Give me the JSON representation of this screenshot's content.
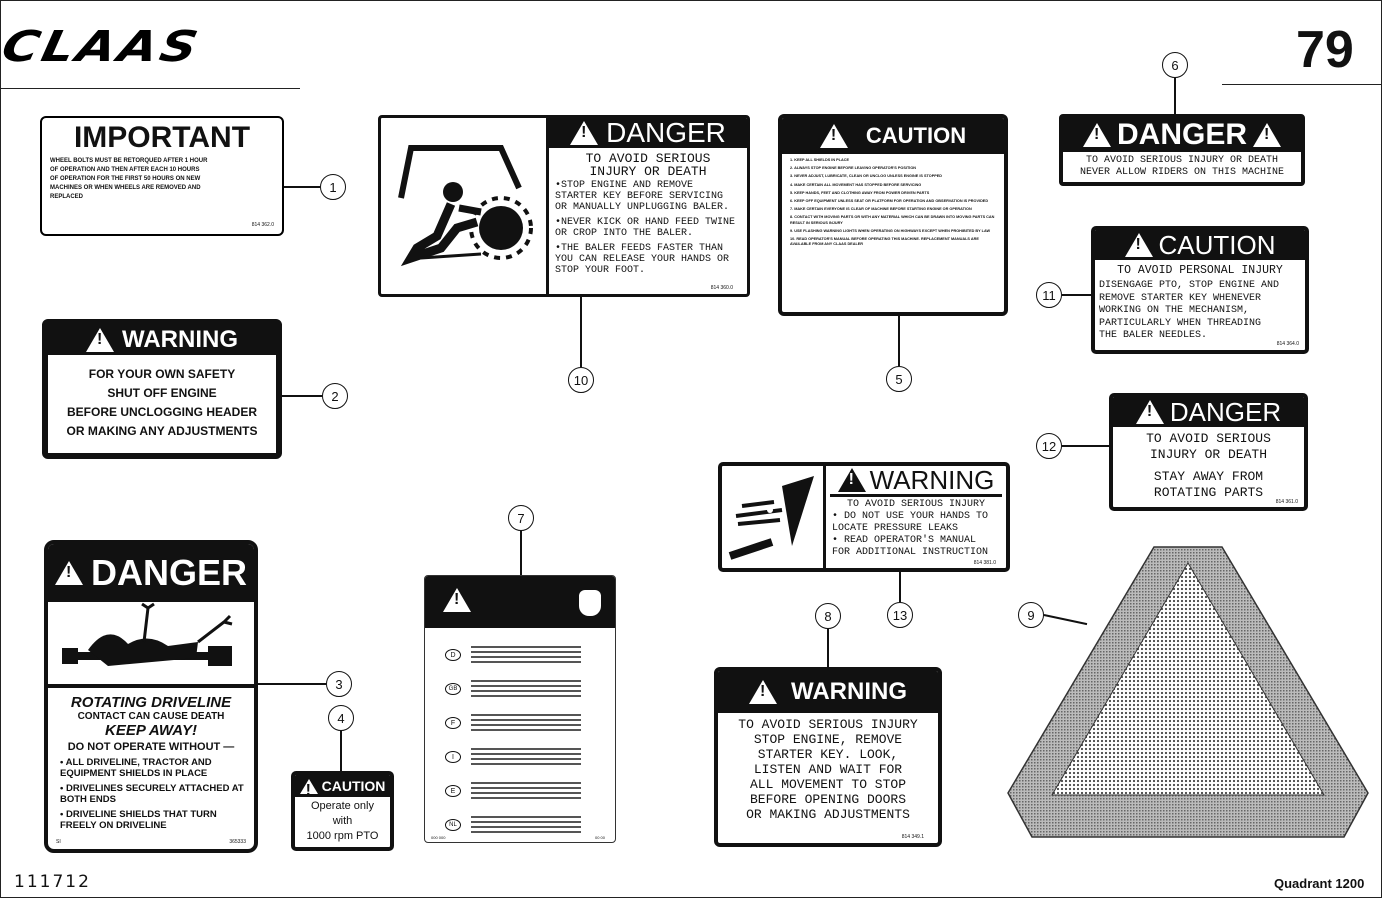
{
  "header": {
    "brand": "CLAAS",
    "page_number": "79"
  },
  "footer": {
    "doc_number": "111712",
    "model": "Quadrant 1200"
  },
  "decals": {
    "d1": {
      "callout": "1",
      "title": "IMPORTANT",
      "lines": [
        "WHEEL BOLTS MUST BE RETORQUED AFTER 1 HOUR",
        "OF OPERATION AND THEN AFTER EACH 10 HOURS",
        "OF OPERATION FOR THE FIRST 50 HOURS ON NEW",
        "MACHINES OR WHEN WHEELS ARE REMOVED AND",
        "REPLACED"
      ],
      "code": "814 362.0"
    },
    "d2": {
      "callout": "2",
      "title": "WARNING",
      "lines": [
        "FOR YOUR OWN SAFETY",
        "SHUT OFF ENGINE",
        "BEFORE UNCLOGGING HEADER",
        "OR MAKING ANY ADJUSTMENTS"
      ]
    },
    "d3": {
      "callout": "3",
      "title": "DANGER",
      "subtitle": "ROTATING DRIVELINE",
      "contact": "CONTACT CAN CAUSE DEATH",
      "keep_away": "KEEP AWAY!",
      "do_not": "DO NOT OPERATE WITHOUT —",
      "bullets": [
        "ALL DRIVELINE, TRACTOR AND EQUIPMENT SHIELDS IN PLACE",
        "DRIVELINES SECURELY ATTACHED AT BOTH ENDS",
        "DRIVELINE SHIELDS THAT TURN FREELY ON DRIVELINE"
      ],
      "code_left": "SI",
      "code_right": "365333"
    },
    "d4": {
      "callout": "4",
      "title": "CAUTION",
      "lines": [
        "Operate only",
        "with",
        "1000 rpm PTO"
      ]
    },
    "d5": {
      "callout": "5",
      "title": "CAUTION",
      "items": [
        "1. KEEP ALL SHIELDS IN PLACE",
        "2. ALWAYS STOP ENGINE BEFORE LEAVING OPERATOR'S POSITION",
        "3. NEVER ADJUST, LUBRICATE, CLEAN OR UNCLOG UNLESS ENGINE IS STOPPED",
        "4. MAKE CERTAIN ALL MOVEMENT HAS STOPPED BEFORE SERVICING",
        "5. KEEP HANDS, FEET AND CLOTHING AWAY FROM POWER DRIVEN PARTS",
        "6. KEEP OFF EQUIPMENT UNLESS SEAT OR PLATFORM FOR OPERATION AND OBSERVATION IS PROVIDED",
        "7. MAKE CERTAIN EVERYONE IS CLEAR OF MACHINE BEFORE STARTING ENGINE OR OPERATION",
        "8. CONTACT WITH MOVING PARTS OR WITH ANY MATERIAL WHICH CAN BE DRAWN INTO MOVING PARTS CAN RESULT IN SERIOUS INJURY",
        "9. USE FLASHING WARNING LIGHTS WHEN OPERATING ON HIGHWAYS EXCEPT WHEN PROHIBITED BY LAW",
        "10. READ OPERATOR'S MANUAL BEFORE OPERATING THIS MACHINE. REPLACEMENT MANUALS ARE AVAILABLE FROM ANY CLAAS DEALER"
      ]
    },
    "d6": {
      "callout": "6",
      "title": "DANGER",
      "lines": [
        "TO AVOID SERIOUS INJURY OR DEATH",
        "NEVER ALLOW RIDERS ON THIS MACHINE"
      ]
    },
    "d7": {
      "callout": "7",
      "langs": [
        "D",
        "GB",
        "F",
        "I",
        "E",
        "NL"
      ],
      "code_left": "000 000",
      "code_right": "00 00"
    },
    "d8": {
      "callout": "8",
      "title": "WARNING",
      "lines": [
        "TO AVOID SERIOUS INJURY",
        "STOP ENGINE, REMOVE",
        "STARTER KEY. LOOK,",
        "LISTEN AND WAIT FOR",
        "ALL MOVEMENT TO STOP",
        "BEFORE OPENING DOORS",
        "OR MAKING ADJUSTMENTS"
      ],
      "code": "814 349.1"
    },
    "d9": {
      "callout": "9"
    },
    "d10": {
      "callout": "10",
      "title": "DANGER",
      "lines": [
        "TO AVOID SERIOUS",
        "INJURY OR DEATH"
      ],
      "bullets": [
        "STOP ENGINE AND REMOVE STARTER KEY BEFORE SERVICING OR MANUALLY UNPLUGGING BALER.",
        "NEVER KICK OR HAND FEED TWINE OR CROP INTO THE BALER.",
        "THE BALER FEEDS FASTER THAN YOU CAN RELEASE YOUR HANDS OR STOP YOUR FOOT."
      ],
      "code": "814 360.0"
    },
    "d11": {
      "callout": "11",
      "title": "CAUTION",
      "lines": [
        "TO AVOID PERSONAL INJURY",
        "DISENGAGE PTO, STOP ENGINE AND",
        "REMOVE STARTER KEY WHENEVER",
        "WORKING ON THE MECHANISM,",
        "PARTICULARLY WHEN THREADING",
        "THE BALER NEEDLES."
      ],
      "code": "814 364.0"
    },
    "d12": {
      "callout": "12",
      "title": "DANGER",
      "lines": [
        "TO AVOID SERIOUS",
        "INJURY OR DEATH",
        "STAY AWAY FROM",
        "ROTATING PARTS"
      ],
      "code": "814 361.0"
    },
    "d13": {
      "callout": "13",
      "title": "WARNING",
      "lines": [
        "TO AVOID SERIOUS INJURY"
      ],
      "bullets": [
        "DO NOT USE YOUR HANDS TO LOCATE PRESSURE LEAKS",
        "READ OPERATOR'S MANUAL FOR ADDITIONAL INSTRUCTION"
      ],
      "code": "814 381.0"
    }
  }
}
